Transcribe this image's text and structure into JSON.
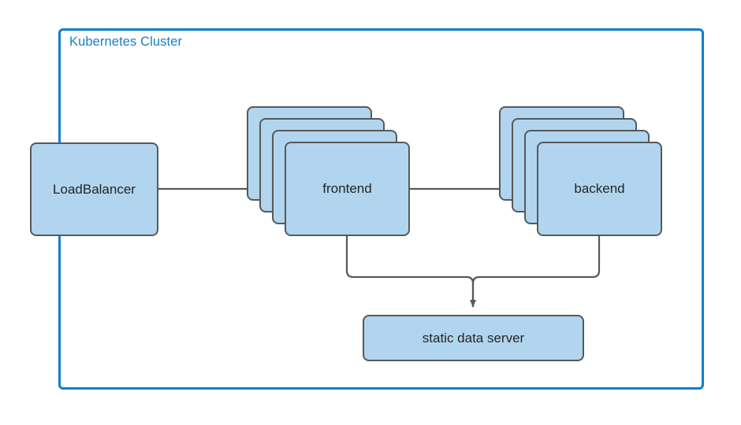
{
  "diagram": {
    "type": "architecture-diagram",
    "background": "#ffffff",
    "colors": {
      "node_fill": "#b1d5ee",
      "node_stroke": "#56595b",
      "cluster_stroke": "#0f80cc",
      "cluster_label": "#1a7fc1",
      "edge_stroke": "#56595b",
      "node_text": "#232628"
    }
  },
  "cluster": {
    "label": "Kubernetes Cluster"
  },
  "nodes": {
    "loadbalancer": {
      "label": "LoadBalancer",
      "shape": "rounded-rect",
      "inside_cluster": false
    },
    "frontend": {
      "label": "frontend",
      "shape": "stacked-rounded-rect",
      "replicas": 4,
      "inside_cluster": true
    },
    "backend": {
      "label": "backend",
      "shape": "stacked-rounded-rect",
      "replicas": 4,
      "inside_cluster": true
    },
    "static_data_server": {
      "label": "static data server",
      "shape": "rounded-rect",
      "inside_cluster": true
    }
  },
  "edges": [
    {
      "name": "loadbalancer-to-frontend",
      "from": "loadbalancer",
      "to": "frontend",
      "arrow": "end",
      "style": "straight"
    },
    {
      "name": "frontend-to-backend",
      "from": "frontend",
      "to": "backend",
      "arrow": "end",
      "style": "straight"
    },
    {
      "name": "frontend-to-static-data-server",
      "from": "frontend",
      "to": "static_data_server",
      "arrow": "end",
      "style": "orthogonal"
    },
    {
      "name": "backend-to-static-data-server",
      "from": "backend",
      "to": "static_data_server",
      "arrow": "end",
      "style": "orthogonal"
    }
  ]
}
